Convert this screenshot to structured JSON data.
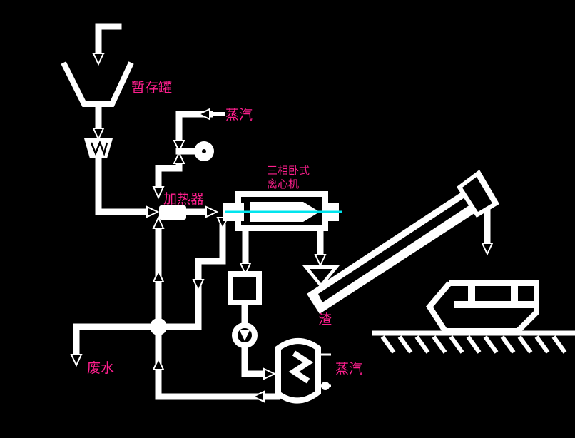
{
  "labels": {
    "storage_tank": "暂存罐",
    "steam_top": "蒸汽",
    "centrifuge_line1": "三相卧式",
    "centrifuge_line2": "离心机",
    "heater": "加热器",
    "residue": "渣",
    "waste_water": "废水",
    "steam_bottom": "蒸汽"
  },
  "colors": {
    "background": "#000000",
    "line": "#ffffff",
    "label": "#ff1f8e",
    "centrifuge_axis": "#00e5ee"
  }
}
